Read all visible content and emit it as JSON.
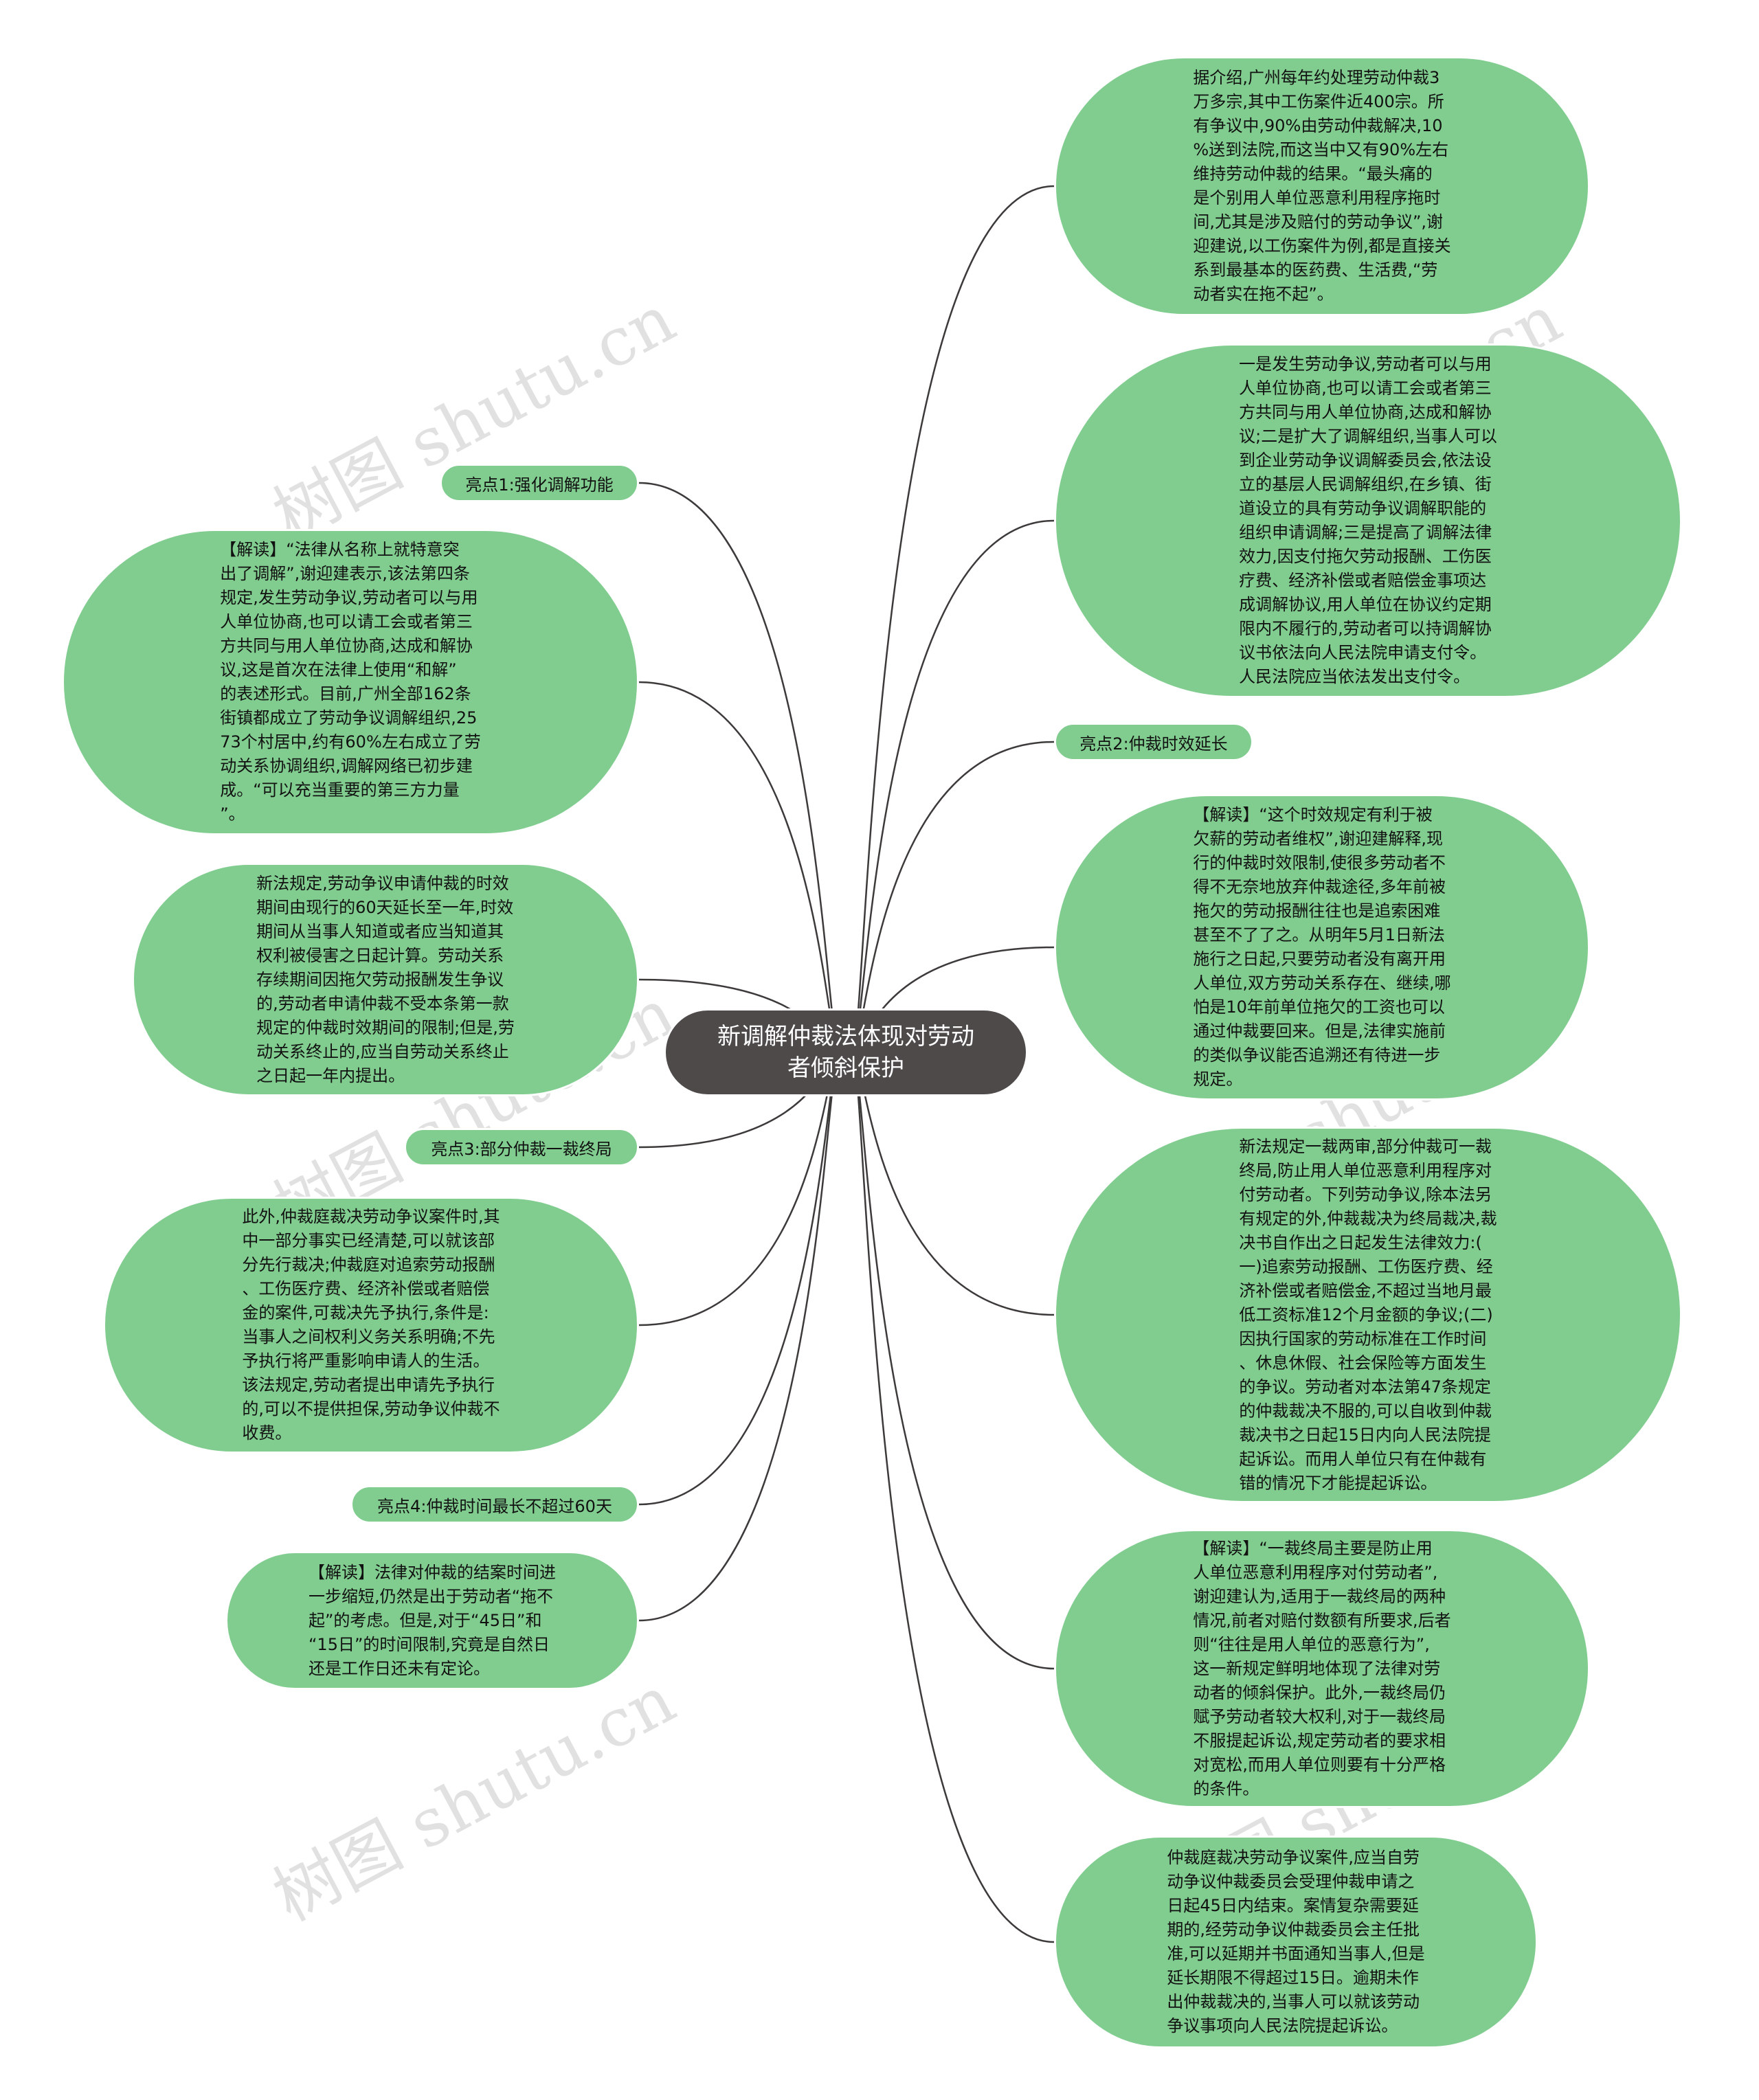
{
  "center": {
    "label": "新调解仲裁法体现对劳动\n者倾斜保护"
  },
  "watermark": "树图 shutu.cn",
  "left": [
    {
      "label": "亮点1:强化调解功能"
    },
    {
      "label": "【解读】“法律从名称上就特意突\n出了调解”,谢迎建表示,该法第四条\n规定,发生劳动争议,劳动者可以与用\n人单位协商,也可以请工会或者第三\n方共同与用人单位协商,达成和解协\n议,这是首次在法律上使用“和解”\n的表述形式。目前,广州全部162条\n街镇都成立了劳动争议调解组织,25\n73个村居中,约有60%左右成立了劳\n动关系协调组织,调解网络已初步建\n成。“可以充当重要的第三方力量\n”。"
    },
    {
      "label": "新法规定,劳动争议申请仲裁的时效\n期间由现行的60天延长至一年,时效\n期间从当事人知道或者应当知道其\n权利被侵害之日起计算。劳动关系\n存续期间因拖欠劳动报酬发生争议\n的,劳动者申请仲裁不受本条第一款\n规定的仲裁时效期间的限制;但是,劳\n动关系终止的,应当自劳动关系终止\n之日起一年内提出。"
    },
    {
      "label": "亮点3:部分仲裁一裁终局"
    },
    {
      "label": "此外,仲裁庭裁决劳动争议案件时,其\n中一部分事实已经清楚,可以就该部\n分先行裁决;仲裁庭对追索劳动报酬\n、工伤医疗费、经济补偿或者赔偿\n金的案件,可裁决先予执行,条件是:\n当事人之间权利义务关系明确;不先\n予执行将严重影响申请人的生活。\n该法规定,劳动者提出申请先予执行\n的,可以不提供担保,劳动争议仲裁不\n收费。"
    },
    {
      "label": "亮点4:仲裁时间最长不超过60天"
    },
    {
      "label": "【解读】法律对仲裁的结案时间进\n一步缩短,仍然是出于劳动者“拖不\n起”的考虑。但是,对于“45日”和\n“15日”的时间限制,究竟是自然日\n还是工作日还未有定论。"
    }
  ],
  "right": [
    {
      "label": "据介绍,广州每年约处理劳动仲裁3\n万多宗,其中工伤案件近400宗。所\n有争议中,90%由劳动仲裁解决,10\n%送到法院,而这当中又有90%左右\n维持劳动仲裁的结果。“最头痛的\n是个别用人单位恶意利用程序拖时\n间,尤其是涉及赔付的劳动争议”,谢\n迎建说,以工伤案件为例,都是直接关\n系到最基本的医药费、生活费,“劳\n动者实在拖不起”。"
    },
    {
      "label": "一是发生劳动争议,劳动者可以与用\n人单位协商,也可以请工会或者第三\n方共同与用人单位协商,达成和解协\n议;二是扩大了调解组织,当事人可以\n到企业劳动争议调解委员会,依法设\n立的基层人民调解组织,在乡镇、街\n道设立的具有劳动争议调解职能的\n组织申请调解;三是提高了调解法律\n效力,因支付拖欠劳动报酬、工伤医\n疗费、经济补偿或者赔偿金事项达\n成调解协议,用人单位在协议约定期\n限内不履行的,劳动者可以持调解协\n议书依法向人民法院申请支付令。\n人民法院应当依法发出支付令。"
    },
    {
      "label": "亮点2:仲裁时效延长"
    },
    {
      "label": "【解读】“这个时效规定有利于被\n欠薪的劳动者维权”,谢迎建解释,现\n行的仲裁时效限制,使很多劳动者不\n得不无奈地放弃仲裁途径,多年前被\n拖欠的劳动报酬往往也是追索困难\n甚至不了了之。从明年5月1日新法\n施行之日起,只要劳动者没有离开用\n人单位,双方劳动关系存在、继续,哪\n怕是10年前单位拖欠的工资也可以\n通过仲裁要回来。但是,法律实施前\n的类似争议能否追溯还有待进一步\n规定。"
    },
    {
      "label": "新法规定一裁两审,部分仲裁可一裁\n终局,防止用人单位恶意利用程序对\n付劳动者。下列劳动争议,除本法另\n有规定的外,仲裁裁决为终局裁决,裁\n决书自作出之日起发生法律效力:(\n一)追索劳动报酬、工伤医疗费、经\n济补偿或者赔偿金,不超过当地月最\n低工资标准12个月金额的争议;(二)\n因执行国家的劳动标准在工作时间\n、休息休假、社会保险等方面发生\n的争议。劳动者对本法第47条规定\n的仲裁裁决不服的,可以自收到仲裁\n裁决书之日起15日内向人民法院提\n起诉讼。而用人单位只有在仲裁有\n错的情况下才能提起诉讼。"
    },
    {
      "label": "【解读】“一裁终局主要是防止用\n人单位恶意利用程序对付劳动者”,\n谢迎建认为,适用于一裁终局的两种\n情况,前者对赔付数额有所要求,后者\n则“往往是用人单位的恶意行为”,\n这一新规定鲜明地体现了法律对劳\n动者的倾斜保护。此外,一裁终局仍\n赋予劳动者较大权利,对于一裁终局\n不服提起诉讼,规定劳动者的要求相\n对宽松,而用人单位则要有十分严格\n的条件。"
    },
    {
      "label": "仲裁庭裁决劳动争议案件,应当自劳\n动争议仲裁委员会受理仲裁申请之\n日起45日内结束。案情复杂需要延\n期的,经劳动争议仲裁委员会主任批\n准,可以延期并书面通知当事人,但是\n延长期限不得超过15日。逾期未作\n出仲裁裁决的,当事人可以就该劳动\n争议事项向人民法院提起诉讼。"
    }
  ]
}
